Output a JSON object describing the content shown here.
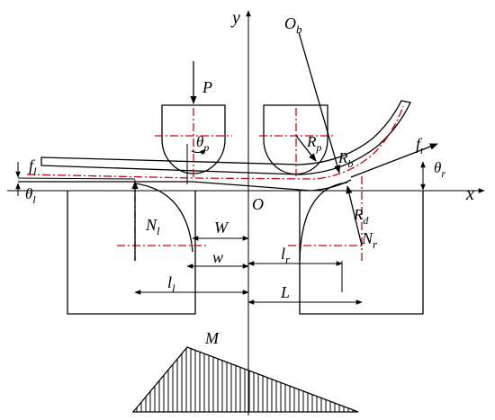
{
  "labels": {
    "y": "y",
    "x": "x",
    "O": "O",
    "Ob_main": "O",
    "Ob_sub": "b",
    "P": "P",
    "theta_p": "θ",
    "theta_p_sub": "p",
    "Rp_main": "R",
    "Rp_sub": "p",
    "Rb_main": "R",
    "Rb_sub": "b",
    "Rd_main": "R",
    "Rd_sub": "d",
    "fr_main": "f",
    "fr_sub": "r",
    "theta_r": "θ",
    "theta_r_sub": "r",
    "fl_main": "f",
    "fl_sub": "l",
    "theta_l": "θ",
    "theta_l_sub": "l",
    "Nl_main": "N",
    "Nl_sub": "l",
    "Nr_main": "N",
    "Nr_sub": "r",
    "W": "W",
    "w": "w",
    "lr_main": "l",
    "lr_sub": "r",
    "ll_main": "l",
    "ll_sub": "l",
    "L": "L",
    "M": "M"
  },
  "colors": {
    "stroke": "#000000",
    "centerline": "#d0021b"
  }
}
